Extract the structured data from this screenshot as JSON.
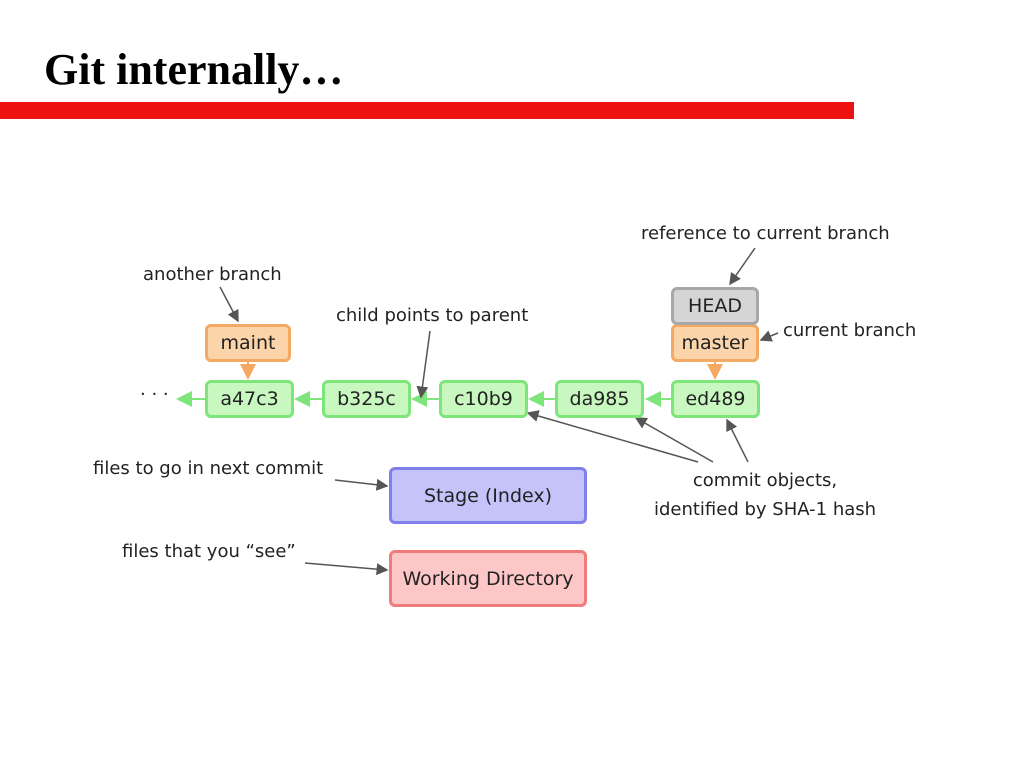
{
  "slide": {
    "title": "Git internally…"
  },
  "diagram": {
    "ellipsis": "· · ·",
    "commits": [
      "a47c3",
      "b325c",
      "c10b9",
      "da985",
      "ed489"
    ],
    "branches": {
      "maint": "maint",
      "master": "master",
      "head": "HEAD"
    },
    "areas": {
      "stage": "Stage (Index)",
      "working_directory": "Working Directory"
    },
    "annotations": {
      "another_branch": "another branch",
      "child_points_to_parent": "child points to parent",
      "reference_to_current_branch": "reference to current branch",
      "current_branch": "current branch",
      "commit_objects_line1": "commit objects,",
      "commit_objects_line2": "identified by SHA-1 hash",
      "files_next_commit": "files to go in next commit",
      "files_you_see": "files that you “see”"
    },
    "colors": {
      "title_bar": "#ee1111",
      "commit_fill": "#c8f8c0",
      "commit_border": "#7ee57a",
      "branch_fill": "#fcd4aa",
      "branch_border": "#f5a862",
      "head_fill": "#d5d5d5",
      "stage_fill": "#c4c4fb",
      "workdir_fill": "#fdc7c7"
    }
  }
}
